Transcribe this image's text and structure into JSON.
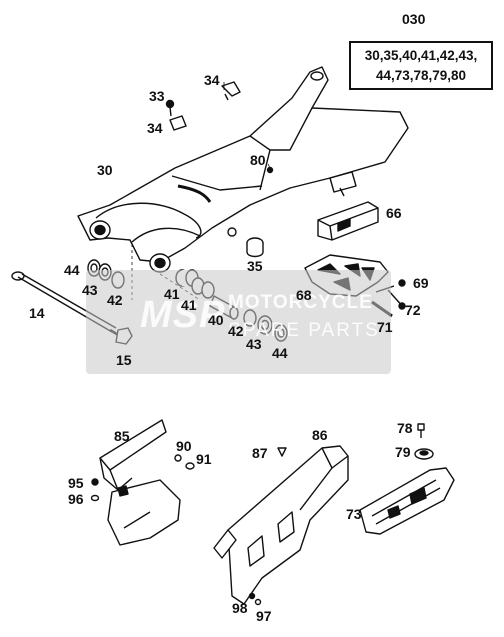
{
  "kit": {
    "number": "030",
    "line1": "30,35,40,41,42,43,",
    "line2": "44,73,78,79,80"
  },
  "watermark": {
    "logo": "MSP",
    "line1": "MOTORCYCLE",
    "line2": "SPARE PARTS"
  },
  "callouts": {
    "c30": "30",
    "c33": "33",
    "c34a": "34",
    "c34b": "34",
    "c80": "80",
    "c66": "66",
    "c35": "35",
    "c68": "68",
    "c69": "69",
    "c72": "72",
    "c71": "71",
    "c44a": "44",
    "c43a": "43",
    "c42a": "42",
    "c41a": "41",
    "c41b": "41",
    "c40": "40",
    "c42b": "42",
    "c43b": "43",
    "c44b": "44",
    "c14": "14",
    "c15": "15",
    "c85": "85",
    "c90": "90",
    "c91": "91",
    "c95": "95",
    "c96": "96",
    "c87": "87",
    "c86": "86",
    "c78": "78",
    "c79": "79",
    "c73": "73",
    "c98": "98",
    "c97": "97"
  }
}
